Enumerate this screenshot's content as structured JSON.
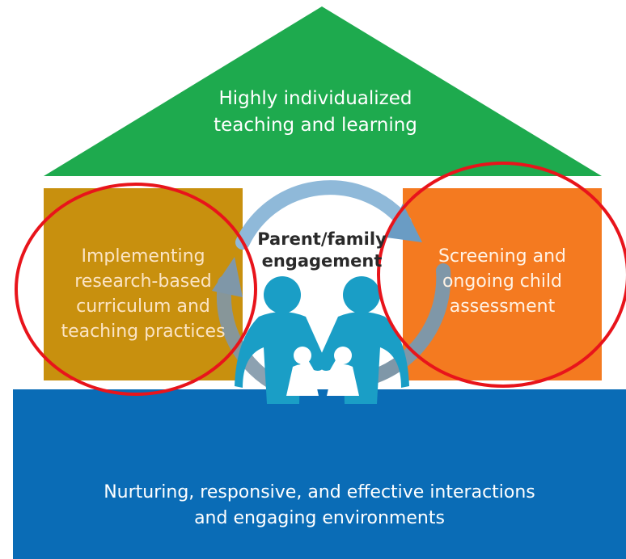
{
  "roof": {
    "lines": [
      "Highly individualized",
      "teaching and learning"
    ],
    "color": "#1eaa4e"
  },
  "left_pillar": {
    "lines": [
      "Implementing",
      "research-based",
      "curriculum and",
      "teaching practices"
    ],
    "color": "#c8900e"
  },
  "right_pillar": {
    "lines": [
      "Screening and",
      "ongoing child",
      "assessment"
    ],
    "color": "#f47a20"
  },
  "center": {
    "lines": [
      "Parent/family",
      "engagement"
    ]
  },
  "base": {
    "lines": [
      "Nurturing, responsive, and effective interactions",
      "and engaging environments"
    ],
    "color": "#0a6cb6"
  },
  "highlight_color": "#e8141b",
  "icons": [
    "family-figures-icon",
    "cycle-arrows-icon"
  ]
}
